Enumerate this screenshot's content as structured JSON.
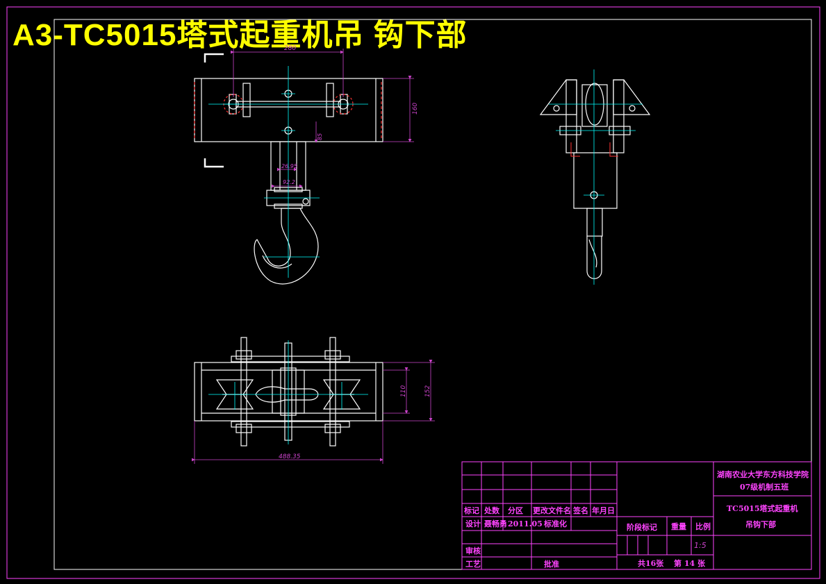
{
  "drawing": {
    "title": "A3-TC5015塔式起重机吊 钩下部",
    "dimensions": {
      "top_width": "280",
      "top_height": "160",
      "pin_offset": "85",
      "hook_width_1": "26.95",
      "hook_width_2": "92.2",
      "bottom_inner_height": "110",
      "bottom_outer_height": "152",
      "bottom_length": "488.35"
    },
    "colors": {
      "background": "#000000",
      "outline": "#ffffff",
      "centerline": "#00ffff",
      "dimension": "#cc44cc",
      "hidden": "#ff3333",
      "title": "#ffff00",
      "titleblock": "#ff44ff"
    }
  },
  "title_block": {
    "school": "湖南农业大学东方科技学院",
    "class_name": "07级机制五班",
    "drawing_name_1": "TC5015塔式起重机",
    "drawing_name_2": "吊钩下部",
    "headers": [
      "标记",
      "处数",
      "分区",
      "更改文件名",
      "签名",
      "年月日"
    ],
    "design_label": "设计",
    "designer": "聂畅勇",
    "date": "2011.05",
    "standardize_label": "标准化",
    "review_label": "审核",
    "process_label": "工艺",
    "approve_label": "批准",
    "stage_label": "阶段标记",
    "weight_label": "重量",
    "scale_label": "比例",
    "scale_value": "1:5",
    "sheet_total": "共16张",
    "sheet_number": "第 14 张"
  }
}
